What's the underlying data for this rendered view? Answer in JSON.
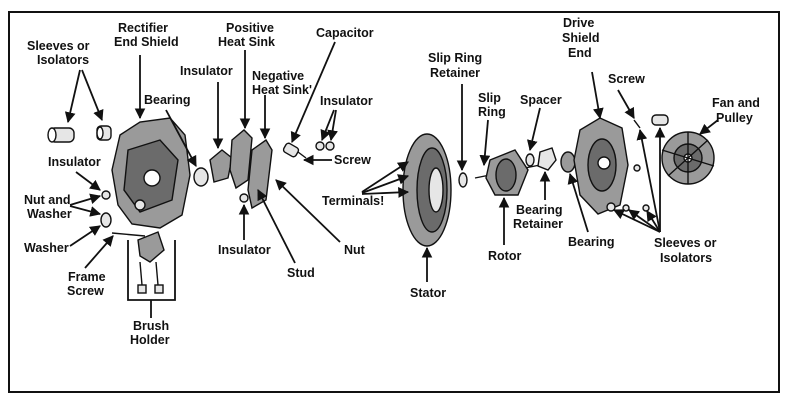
{
  "labels": {
    "sleeves_left": [
      "Sleeves or",
      "Isolators"
    ],
    "rectifier_end_shield": [
      "Rectifier",
      "End Shield"
    ],
    "positive_heat_sink": [
      "Positive",
      "Heat Sink"
    ],
    "capacitor": "Capacitor",
    "insulator_top": "Insulator",
    "negative_heat_sink": [
      "Negative",
      "Heat Sink'"
    ],
    "bearing_left": "Bearing",
    "insulator_right": "Insulator",
    "screw_mid": "Screw",
    "insulator_left": "Insulator",
    "nut_and_washer": [
      "Nut and",
      "Washer"
    ],
    "washer": "Washer",
    "frame_screw": [
      "Frame",
      "Screw"
    ],
    "brush_holder": [
      "Brush",
      "Holder"
    ],
    "insulator_bottom": "Insulator",
    "stud": "Stud",
    "nut": "Nut",
    "terminals": "Terminals!",
    "stator": "Stator",
    "slip_ring_retainer": [
      "Slip Ring",
      "Retainer"
    ],
    "slip_ring": [
      "Slip",
      "Ring"
    ],
    "spacer": "Spacer",
    "rotor": "Rotor",
    "bearing_retainer": [
      "Bearing",
      "Retainer"
    ],
    "drive_shield_end": [
      "Drive",
      "Shield",
      "End"
    ],
    "screw_right": "Screw",
    "fan_and_pulley": [
      "Fan and",
      "Pulley"
    ],
    "bearing_right": "Bearing",
    "sleeves_right": [
      "Sleeves or",
      "Isolators"
    ]
  }
}
